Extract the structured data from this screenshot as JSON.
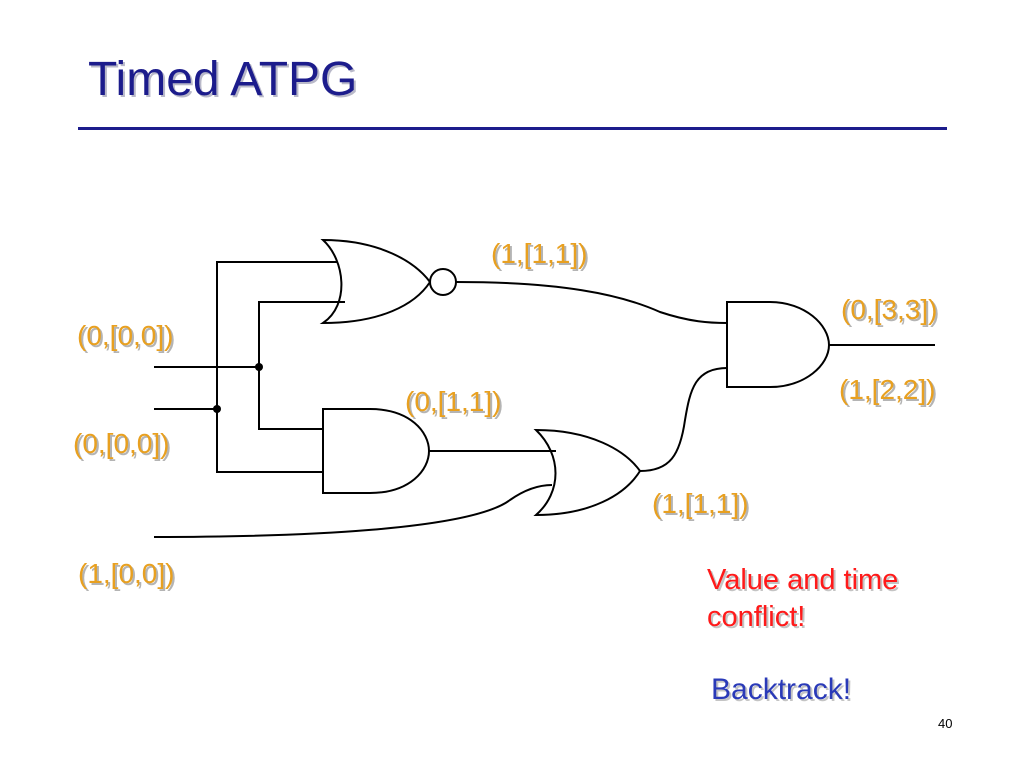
{
  "slide": {
    "title": "Timed ATPG",
    "page_number": "40"
  },
  "signals": {
    "input_a": "(0,[0,0])",
    "input_b": "(0,[0,0])",
    "input_c": "(1,[0,0])",
    "nor_output": "(1,[1,1])",
    "and_output": "(0,[1,1])",
    "or_output": "(1,[1,1])",
    "final_output_top": "(0,[3,3])",
    "final_output_bottom": "(1,[2,2])"
  },
  "notes": {
    "conflict": "Value and time conflict!",
    "action": "Backtrack!"
  },
  "colors": {
    "title": "#1c1c8c",
    "signal_label": "#e8a020",
    "conflict_text": "#ff1a1a",
    "action_text": "#2a3ab8"
  }
}
